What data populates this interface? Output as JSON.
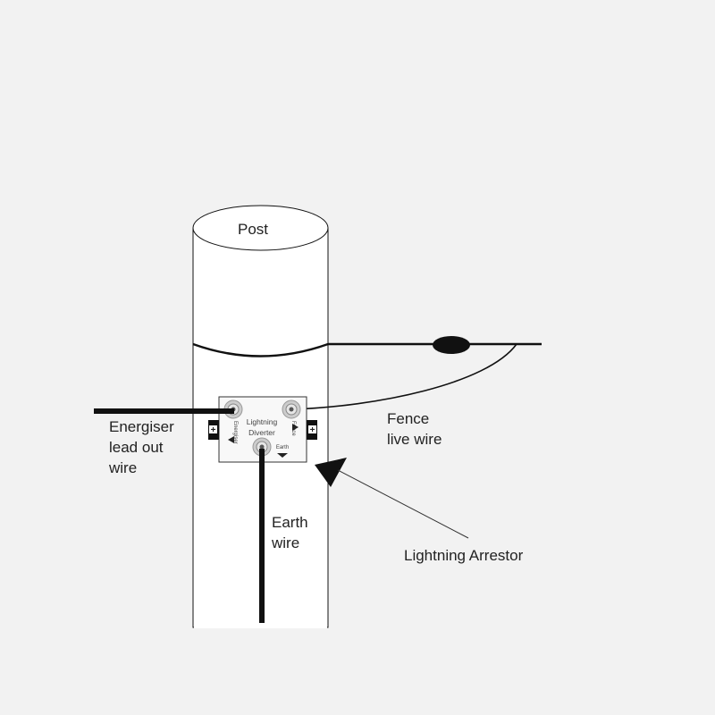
{
  "labels": {
    "post": "Post",
    "energiser": [
      "Energiser",
      "lead out",
      "wire"
    ],
    "fence": [
      "Fence",
      "live wire"
    ],
    "earth": [
      "Earth",
      "wire"
    ],
    "arrestor": "Lightning Arrestor"
  },
  "device": {
    "title": [
      "Lightning",
      "Diverter"
    ],
    "left_terminal": "Energiser",
    "right_terminal": "Fence",
    "bottom_terminal": "Earth",
    "left_polarity": "+",
    "right_polarity": "+"
  },
  "colors": {
    "background": "#f2f2f2",
    "post_fill": "#ffffff",
    "line": "#111111",
    "text": "#222222"
  }
}
